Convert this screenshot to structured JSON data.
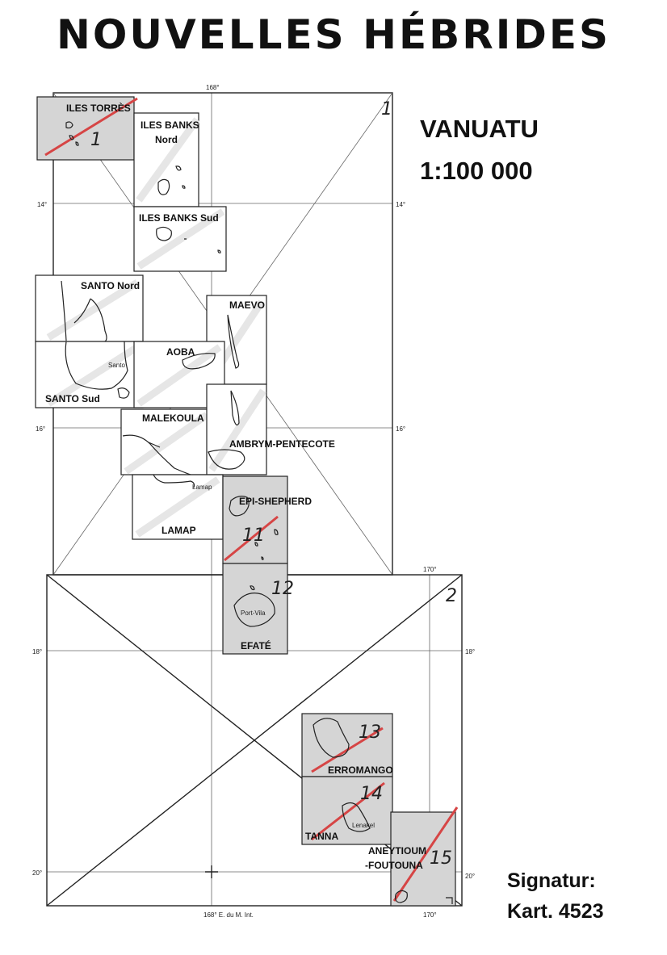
{
  "header": {
    "title": "NOUVELLES  HÉBRIDES",
    "country": "VANUATU",
    "scale": "1:100 000"
  },
  "signature": {
    "label": "Signatur:",
    "value": "Kart. 4523"
  },
  "frames": {
    "frame1": "1",
    "frame2": "2"
  },
  "graticule": {
    "lon168_top": "168°",
    "lon170_top": "170°",
    "lat14_left": "14°",
    "lat14_right": "14°",
    "lat16_left": "16°",
    "lat16_right": "16°",
    "lat18_left": "18°",
    "lat18_right": "18°",
    "lat20_left": "20°",
    "lat20_right": "20°",
    "lon168_bottom": "168°  E. du M. Int.",
    "lon170_bottom": "170°"
  },
  "sheets": {
    "torres": {
      "name": "ILES TORRÈS",
      "number": "1"
    },
    "banks_nord": {
      "line1": "ILES BANKS",
      "line2": "Nord"
    },
    "banks_sud": {
      "name": "ILES BANKS Sud"
    },
    "santo_nord": {
      "name": "SANTO Nord"
    },
    "santo_sud": {
      "name": "SANTO  Sud"
    },
    "maevo": {
      "name": "MAEVO"
    },
    "aoba": {
      "name": "AOBA"
    },
    "malekoula": {
      "name": "MALEKOULA"
    },
    "ambrym": {
      "name": "AMBRYM-PENTECOTE"
    },
    "lamap": {
      "name": "LAMAP"
    },
    "epi": {
      "name": "EPI-SHEPHERD",
      "number": "11"
    },
    "efate": {
      "name": "EFATÉ",
      "number": "12"
    },
    "erromango": {
      "name": "ERROMANGO",
      "number": "13"
    },
    "tanna": {
      "name": "TANNA",
      "number": "14"
    },
    "aneytioum": {
      "line1": "ANEYTIOUM",
      "line2": "-FOUTOUNA",
      "number": "15"
    }
  },
  "places": {
    "santo": "Santo",
    "lamap": "Lamap",
    "port_vila": "Port-Vila",
    "lenakel": "Lenakel"
  }
}
